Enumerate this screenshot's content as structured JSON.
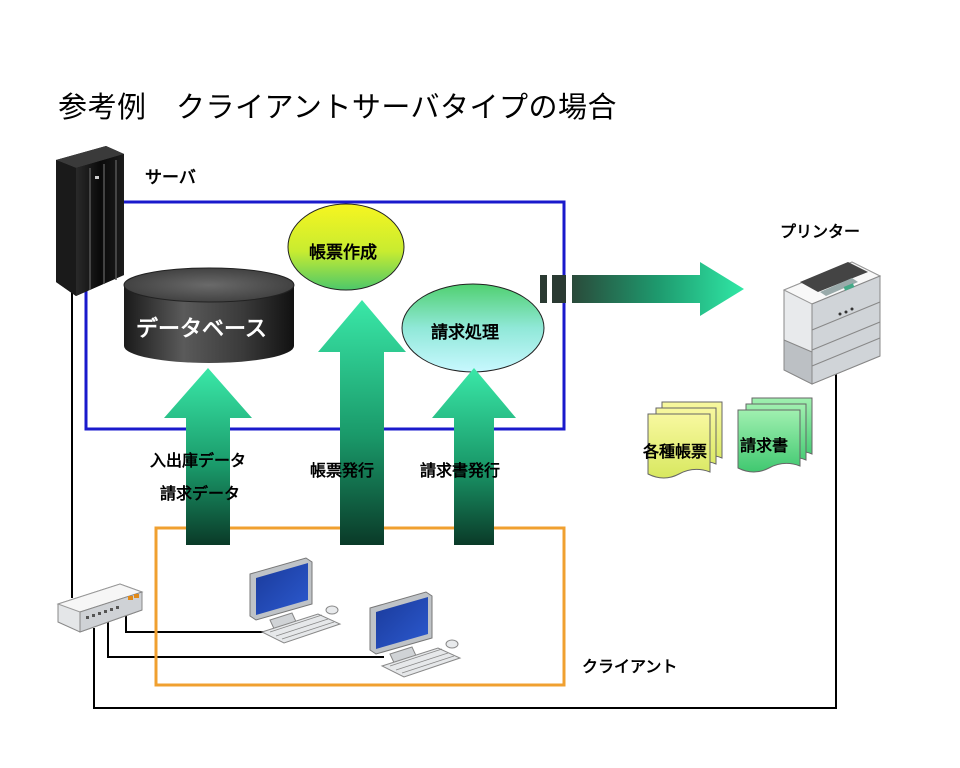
{
  "title": "参考例　クライアントサーバタイプの場合",
  "labels": {
    "server": "サーバ",
    "printer": "プリンター",
    "client": "クライアント",
    "database": "データベース",
    "report_create": "帳票作成",
    "billing_process": "請求処理",
    "arrow1_line1": "入出庫データ",
    "arrow1_line2": "請求データ",
    "arrow2": "帳票発行",
    "arrow3": "請求書発行",
    "doc_various": "各種帳票",
    "doc_invoice": "請求書"
  },
  "colors": {
    "server_box_border": "#1a1acc",
    "client_box_border": "#f0a030",
    "arrow_top": "#33e0a0",
    "arrow_bottom": "#0a4a30",
    "cylinder": "#3a3a3a",
    "ellipse_yellow": "#f2f020",
    "ellipse_green": "#60d070",
    "ellipse_cyan": "#a0f0f8",
    "doc_yellow": "#f0f080",
    "doc_green": "#70e090"
  }
}
